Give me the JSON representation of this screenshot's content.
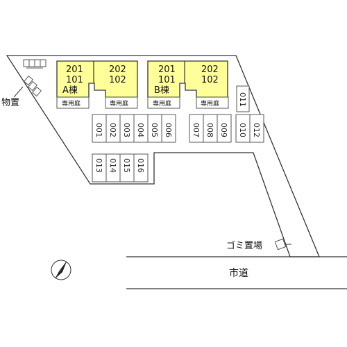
{
  "building_a": {
    "unit_201": "201",
    "unit_202": "202",
    "unit_101": "101",
    "unit_102": "102",
    "name": "A棟",
    "garden_left": "専用庭",
    "garden_right": "専用庭"
  },
  "building_b": {
    "unit_201": "201",
    "unit_202": "202",
    "unit_101": "101",
    "unit_102": "102",
    "name": "B棟",
    "garden_left": "専用庭",
    "garden_right": "専用庭"
  },
  "storage_label": "物置",
  "parking_top_row": [
    "001",
    "002",
    "003",
    "004",
    "005",
    "006",
    "007",
    "008",
    "009",
    "010",
    "012"
  ],
  "parking_011": "011",
  "parking_bottom_row": [
    "013",
    "014",
    "015",
    "016"
  ],
  "garbage_label": "ゴミ置場",
  "road_label": "市道",
  "colors": {
    "building_fill": "#ffff99",
    "line": "#333333"
  },
  "icons": {
    "compass": "north-arrow-icon"
  }
}
